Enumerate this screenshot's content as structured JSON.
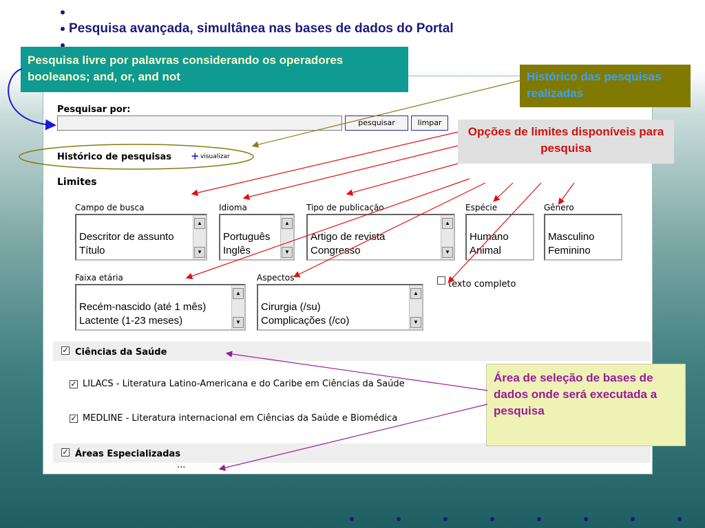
{
  "slide": {
    "title": "Pesquisa avançada, simultânea nas bases de dados do Portal"
  },
  "form": {
    "search_label": "Pesquisar por:",
    "search_value": "",
    "search_button": "pesquisar",
    "clear_button": "limpar",
    "history_label": "Histórico de pesquisas",
    "history_plus": "+",
    "history_view": "visualizar",
    "limits_label": "Limites",
    "fields": [
      {
        "label": "Campo de busca",
        "options": [
          "Descritor de assunto",
          "Título"
        ]
      },
      {
        "label": "Idioma",
        "options": [
          "Português",
          "Inglês"
        ]
      },
      {
        "label": "Tipo de publicação",
        "options": [
          "Artigo de revista",
          "Congresso"
        ]
      },
      {
        "label": "Espécie",
        "options": [
          "Humano",
          "Animal"
        ]
      },
      {
        "label": "Gênero",
        "options": [
          "Masculino",
          "Feminino"
        ]
      },
      {
        "label": "Faixa etária",
        "options": [
          "Recém-nascido (até 1 mês)",
          "Lactente (1-23 meses)"
        ]
      },
      {
        "label": "Aspectos",
        "options": [
          "Cirurgia (/su)",
          "Complicações (/co)"
        ]
      }
    ],
    "full_text_label": "texto completo",
    "health_sciences": "Ciências da Saúde",
    "databases": [
      "LILACS - Literatura Latino-Americana e do Caribe em Ciências da Saúde",
      "MEDLINE - Literatura internacional em Ciências da Saúde e Biomédica"
    ],
    "specialized_areas": "Áreas Especializadas",
    "ellipsis": "..."
  },
  "callouts": {
    "free_search": "Pesquisa livre por palavras considerando os operadores booleanos; and, or, and not",
    "history": "Histórico das pesquisas realizadas",
    "limits": "Opções de limites disponíveis para pesquisa",
    "databases": "Área de seleção de bases de dados onde será executada a pesquisa"
  },
  "colors": {
    "title": "#1a1a7a",
    "callout_teal": "#0f9a92",
    "callout_olive": "#807a00",
    "callout_gray": "#e0e0e0",
    "callout_yellow": "#eef2b4",
    "arrow_red": "#e01010",
    "arrow_olive": "#8a7a10",
    "arrow_purple": "#9a1a9a",
    "arrow_blue": "#1a1add"
  }
}
